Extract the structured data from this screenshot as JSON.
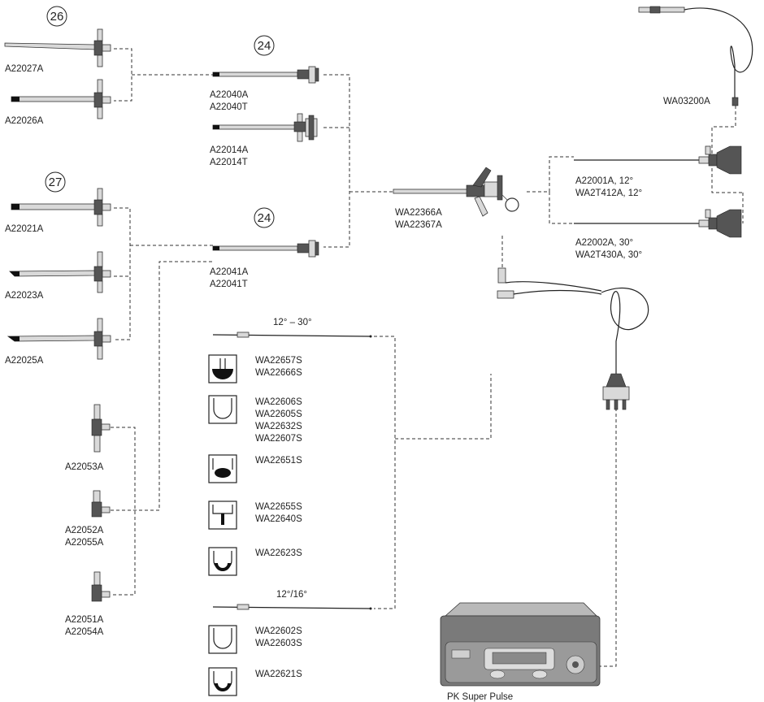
{
  "markers": [
    "26",
    "24",
    "27",
    "24"
  ],
  "sheaths_top": [
    "A22027A",
    "A22026A"
  ],
  "sheaths_mid": [
    "A22021A",
    "A22023A",
    "A22025A"
  ],
  "adapters": [
    "A22053A",
    "A22052A",
    "A22055A",
    "A22051A",
    "A22054A"
  ],
  "outer_sheaths": [
    "A22040A",
    "A22040T",
    "A22014A",
    "A22014T",
    "A22041A",
    "A22041T"
  ],
  "working_element": [
    "WA22366A",
    "WA22367A"
  ],
  "light_cable": "WA03200A",
  "telescopes": [
    "A22001A, 12°",
    "WA2T412A, 12°",
    "A22002A, 30°",
    "WA2T430A, 30°"
  ],
  "angles": [
    "12° – 30°",
    "12°/16°"
  ],
  "electrodes": {
    "e1": [
      "WA22657S",
      "WA22666S"
    ],
    "e2": [
      "WA22606S",
      "WA22605S",
      "WA22632S",
      "WA22607S"
    ],
    "e3": [
      "WA22651S"
    ],
    "e4": [
      "WA22655S",
      "WA22640S"
    ],
    "e5": [
      "WA22623S"
    ],
    "e6": [
      "WA22602S",
      "WA22603S"
    ],
    "e7": [
      "WA22621S"
    ]
  },
  "generator": "PK Super Pulse"
}
